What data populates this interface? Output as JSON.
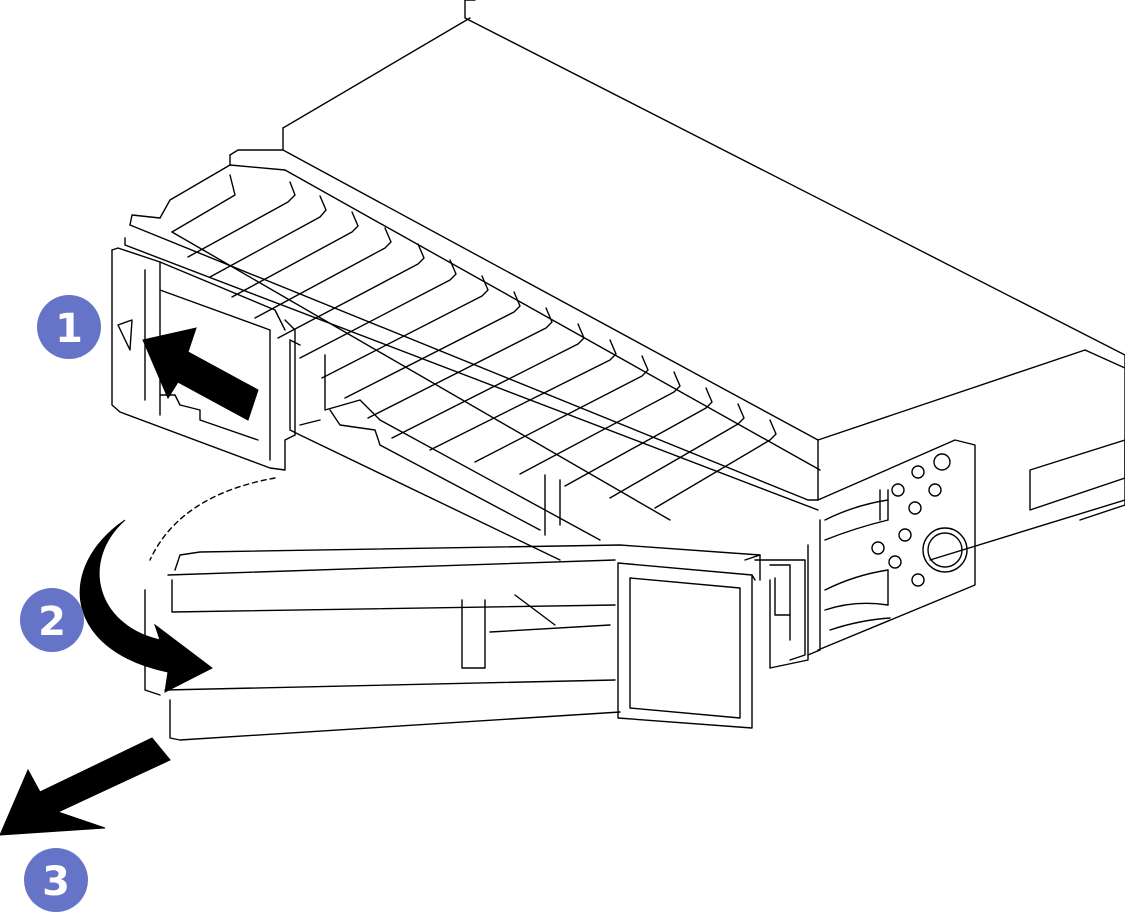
{
  "diagram": {
    "steps": [
      {
        "number": "1"
      },
      {
        "number": "2"
      },
      {
        "number": "3"
      }
    ]
  },
  "colors": {
    "line": "#000000",
    "background": "#ffffff",
    "step_badge": "#6674c8",
    "step_badge_text": "#ffffff"
  },
  "icons": {
    "push_release": "arrow-left-icon",
    "open_handle": "curved-arrow-icon",
    "pull_out": "arrow-down-left-icon"
  }
}
